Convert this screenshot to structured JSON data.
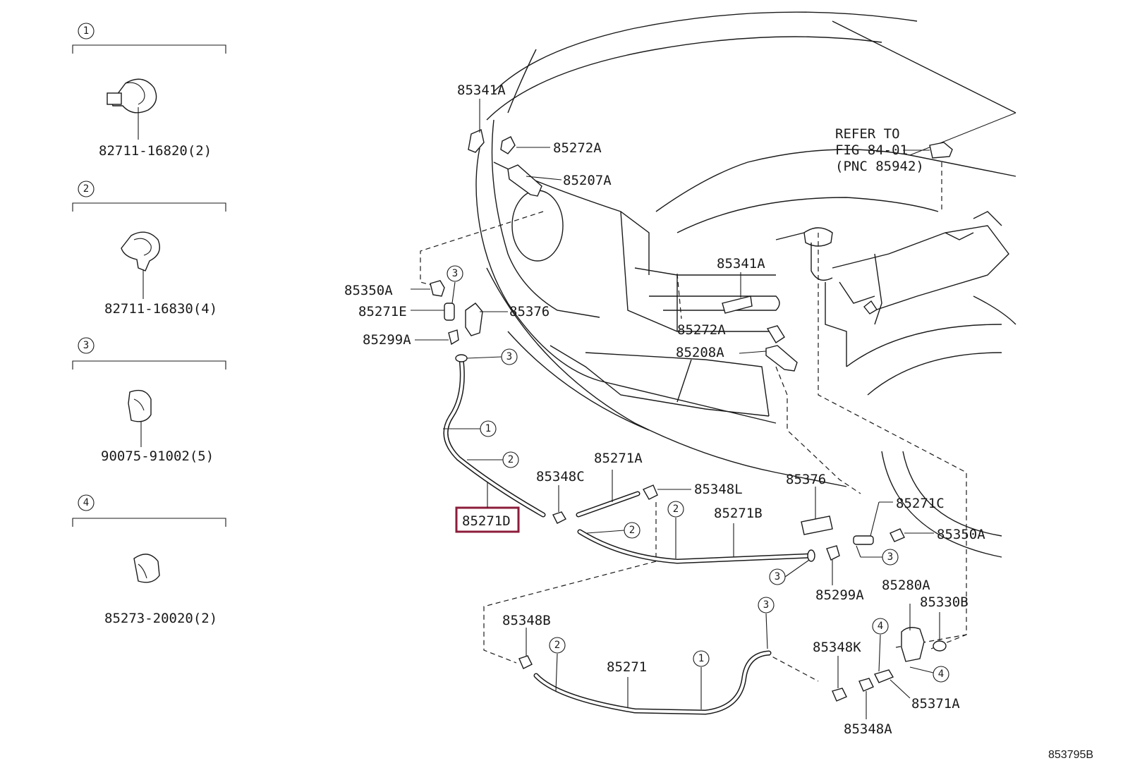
{
  "diagram_id": "853795B",
  "legend": [
    {
      "num": "1",
      "part_no": "82711-16820(2)"
    },
    {
      "num": "2",
      "part_no": "82711-16830(4)"
    },
    {
      "num": "3",
      "part_no": "90075-91002(5)"
    },
    {
      "num": "4",
      "part_no": "85273-20020(2)"
    }
  ],
  "refer_note": [
    "REFER TO",
    "FIG 84-01",
    "(PNC 85942)"
  ],
  "labels": {
    "p85341A_top": "85341A",
    "p85272A_top": "85272A",
    "p85207A": "85207A",
    "p85350A_left": "85350A",
    "p85271E": "85271E",
    "p85376_left": "85376",
    "p85299A_left": "85299A",
    "p85341A_mid": "85341A",
    "p85272A_mid": "85272A",
    "p85208A": "85208A",
    "p85271A": "85271A",
    "p85348C": "85348C",
    "p85348L": "85348L",
    "p85271D": "85271D",
    "p85271B": "85271B",
    "p85376_right": "85376",
    "p85271C": "85271C",
    "p85350A_right": "85350A",
    "p85299A_right": "85299A",
    "p85280A": "85280A",
    "p85330B": "85330B",
    "p85348B": "85348B",
    "p85271": "85271",
    "p85348K": "85348K",
    "p85371A": "85371A",
    "p85348A": "85348A"
  },
  "highlight_color": "#8c1c3a"
}
